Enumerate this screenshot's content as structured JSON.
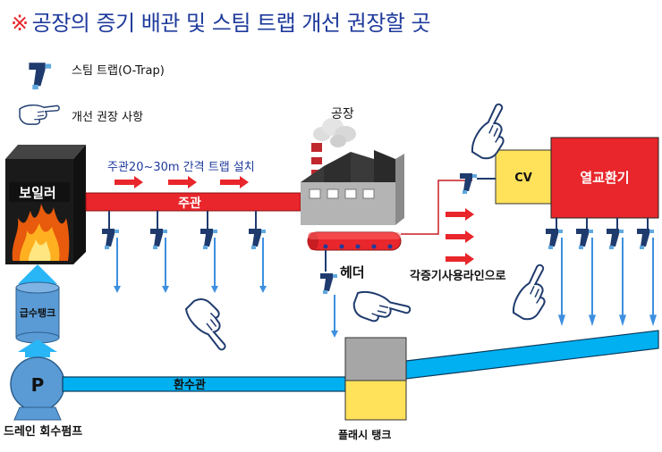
{
  "title": {
    "mark": "※",
    "text": "공장의 증기 배관 및 스팀 트랩 개선 권장할 곳"
  },
  "legend": {
    "steam_trap": "스팀 트랩(O-Trap)",
    "improvement": "개선 권장 사항"
  },
  "labels": {
    "factory": "공장",
    "boiler": "보일러",
    "main_pipe": "주관",
    "trap_install_note": "주관20~30m 간격 트랩 설치",
    "cv": "CV",
    "heat_exchanger": "열교환기",
    "header": "헤더",
    "to_lines": "각증기사용라인으로",
    "feed_tank": "급수탱크",
    "pump_symbol": "P",
    "return_pipe": "환수관",
    "drain_pump": "드레인 회수펌프",
    "flash_tank": "플래시 탱크"
  },
  "colors": {
    "title": "#1f3b9c",
    "title_mark": "#e8262b",
    "pipe_red": "#e8262b",
    "pipe_blue": "#00b0f0",
    "trap": "#1f3b6e",
    "drain_arrow": "#3d8fe0",
    "heat_exchanger": "#e8262b",
    "cv_box": "#ffe15a",
    "boiler": "#222222",
    "feed_tank": "#5a9bd5"
  }
}
